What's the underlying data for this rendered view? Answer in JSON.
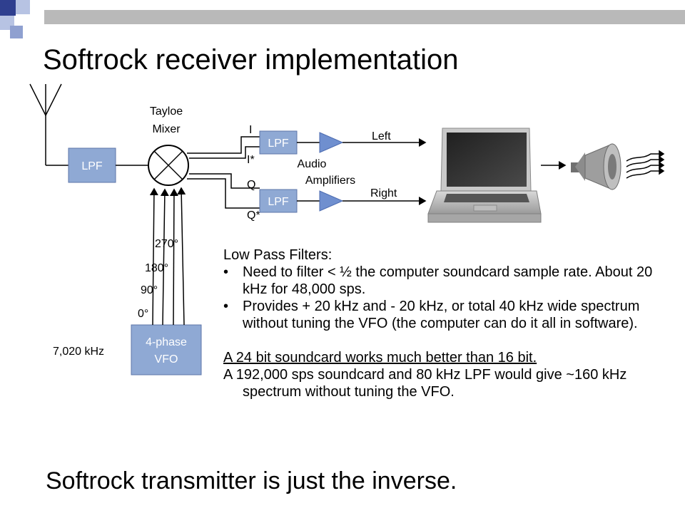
{
  "title": "Softrock receiver implementation",
  "diagram": {
    "antenna_lpf": "LPF",
    "mixer_label_line1": "Tayloe",
    "mixer_label_line2": "Mixer",
    "signal_i": "I",
    "signal_i_star": "I*",
    "signal_q": "Q",
    "signal_q_star": "Q*",
    "lpf_i": "LPF",
    "lpf_q": "LPF",
    "amp_label_line1": "Audio",
    "amp_label_line2": "Amplifiers",
    "out_left": "Left",
    "out_right": "Right",
    "vfo_line1": "4-phase",
    "vfo_line2": "VFO",
    "vfo_freq": "7,020 kHz",
    "phases": [
      "0°",
      "90°",
      "180°",
      "270°"
    ],
    "accent_color": "#8fa9d4",
    "amp_color": "#6f8fcf"
  },
  "notes": {
    "heading": "Low Pass Filters:",
    "bullets": [
      "Need to filter < ½ the computer soundcard sample rate. About 20 kHz for 48,000 sps.",
      "Provides + 20 kHz and - 20 kHz, or total 40 kHz wide spectrum without tuning the VFO (the computer can do it all in software)."
    ],
    "line_underlined": "A 24 bit soundcard works much better than 16 bit.",
    "line_last": "A 192,000 sps soundcard and 80 kHz LPF would give ~160 kHz spectrum without tuning the VFO."
  },
  "footer": "Softrock transmitter is just the inverse.",
  "icons": [
    "antenna-icon",
    "mixer-icon",
    "amplifier-icon",
    "laptop-icon",
    "speaker-icon",
    "sound-waves-icon"
  ]
}
